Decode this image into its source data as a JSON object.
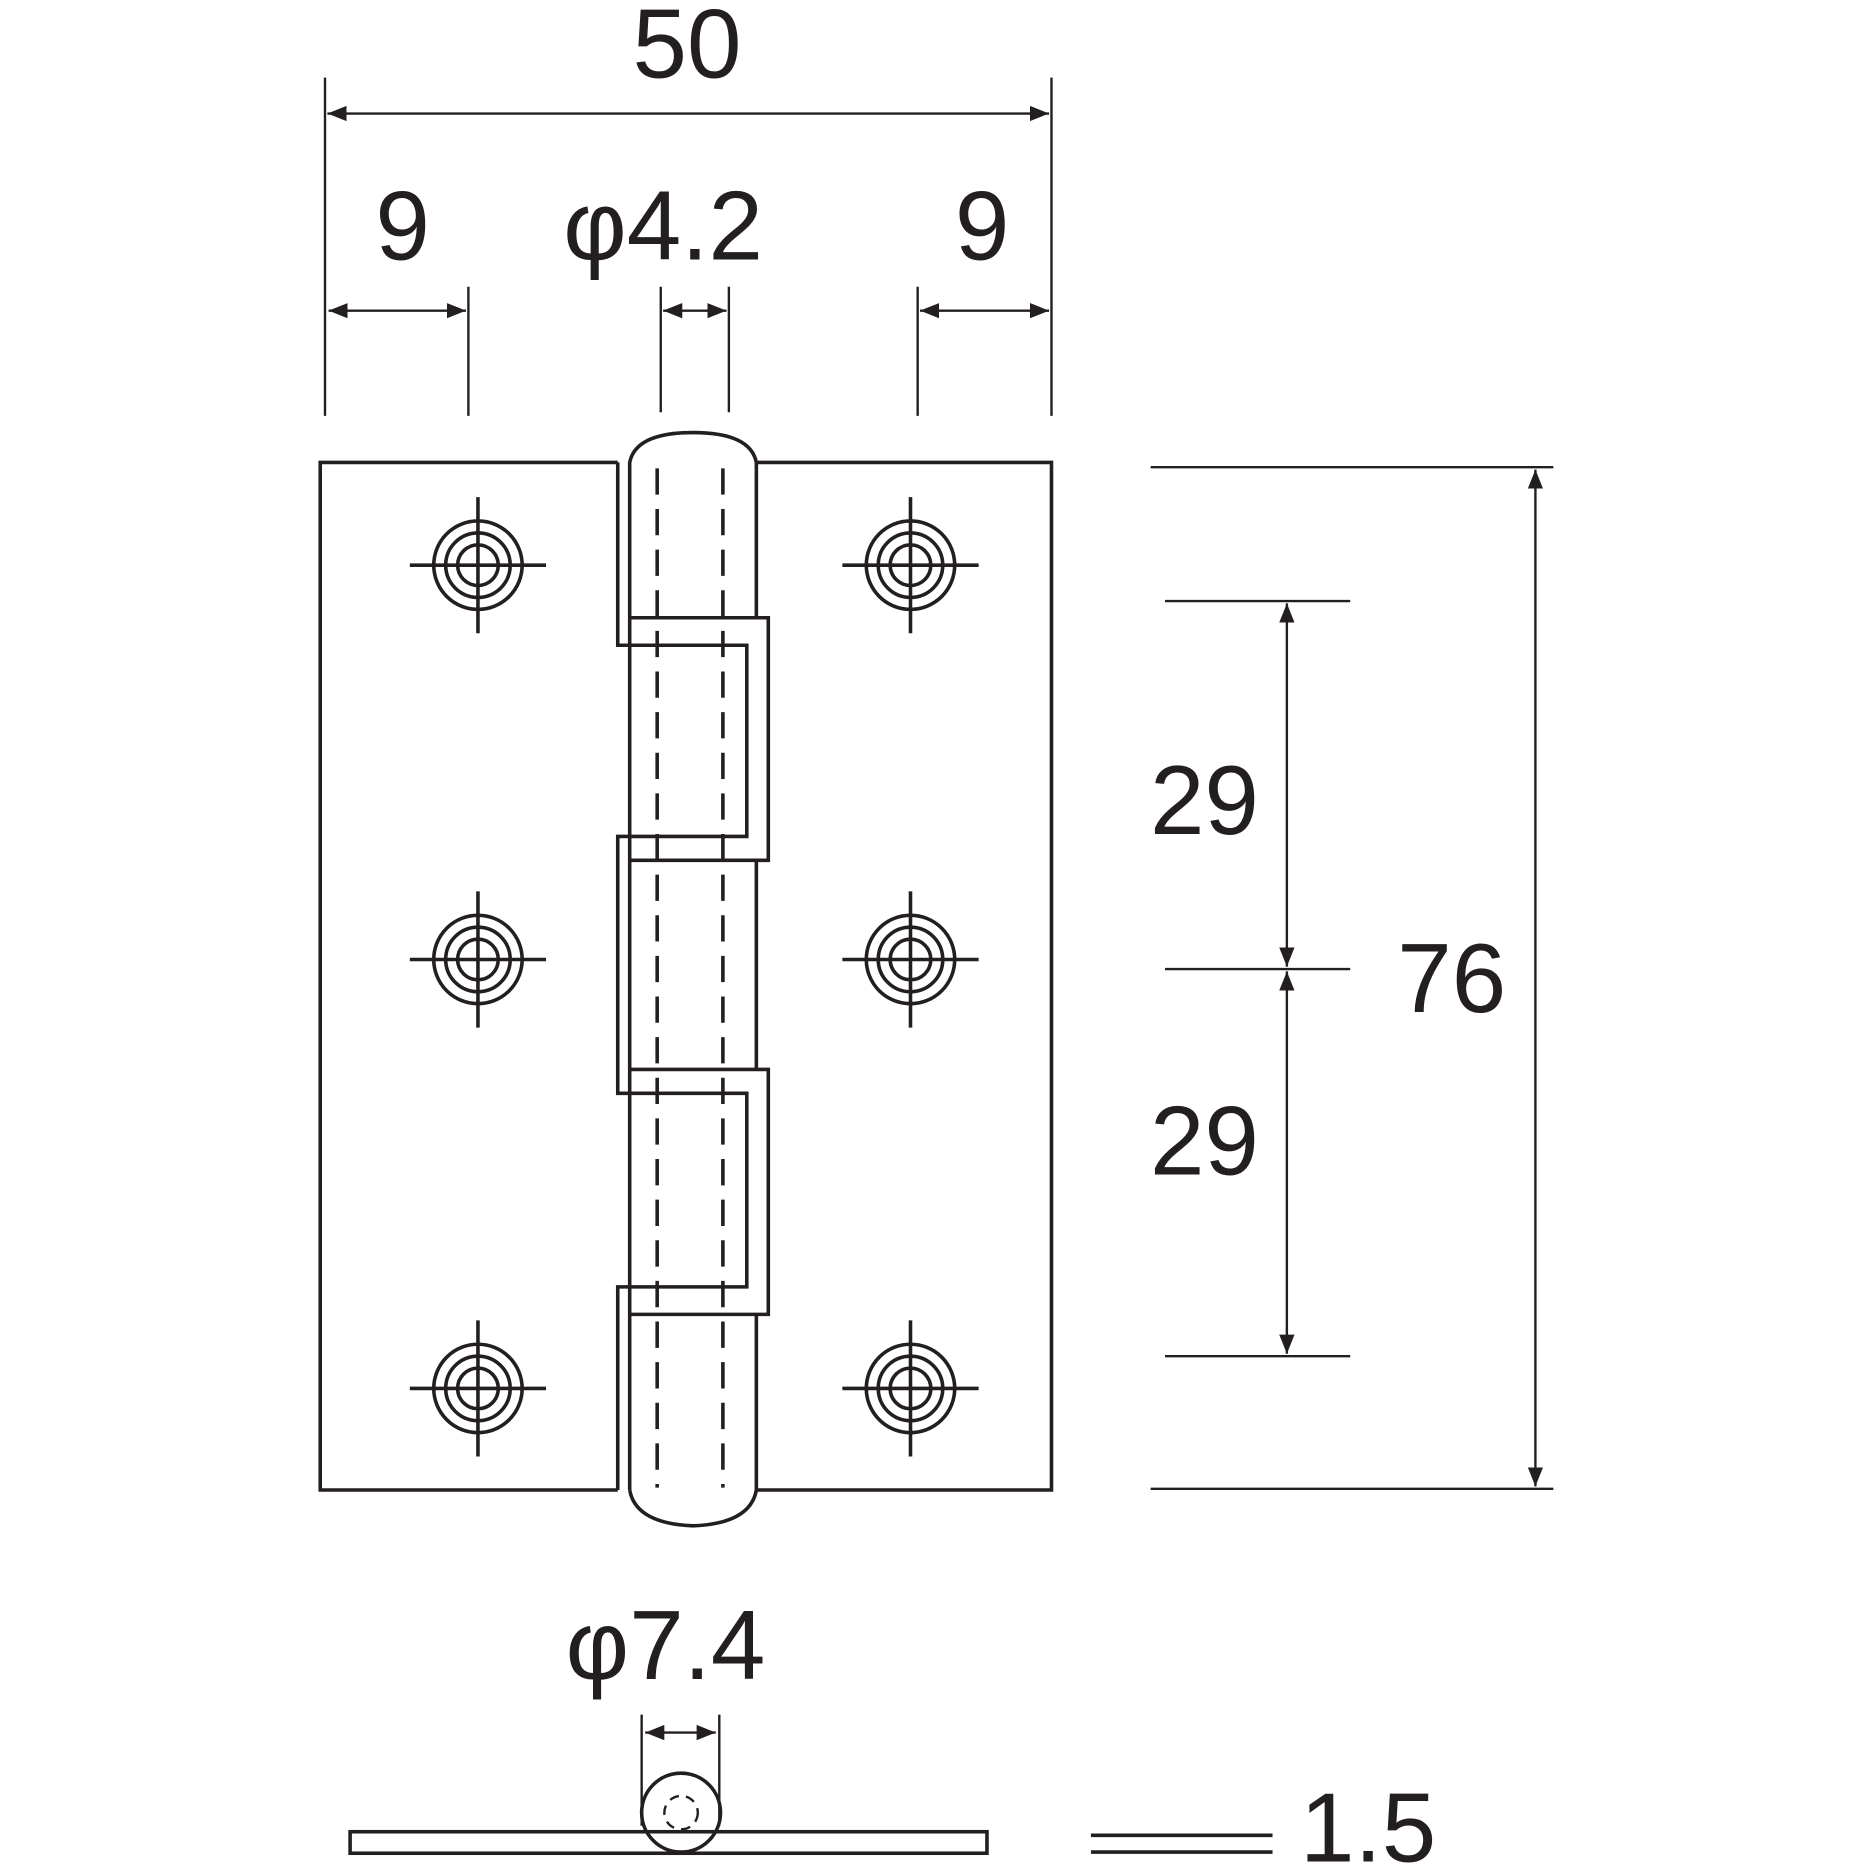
{
  "drawing": {
    "colors": {
      "line": "#231f20",
      "background": "#ffffff"
    },
    "dimensions": {
      "overall_width": "50",
      "hole_offset_left": "9",
      "hole_offset_right": "9",
      "pin_diameter": "φ4.2",
      "knuckle_diameter": "φ7.4",
      "hole_pitch_upper": "29",
      "hole_pitch_lower": "29",
      "overall_height": "76",
      "thickness": "1.5"
    }
  }
}
